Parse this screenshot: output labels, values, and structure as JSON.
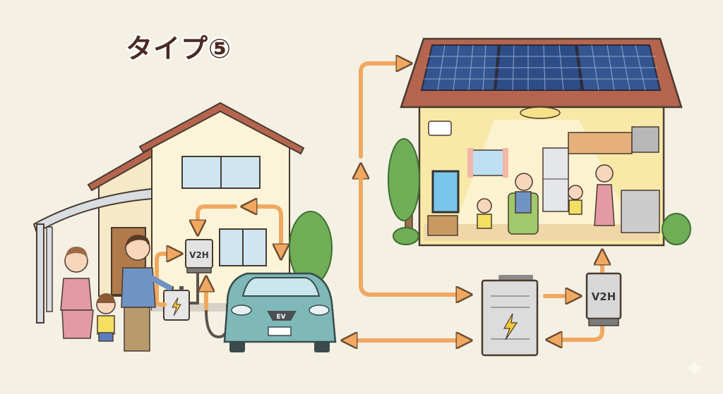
{
  "title": "タイプ⑤",
  "labels": {
    "v2h_left": "V2H",
    "v2h_right": "V2H",
    "ev_badge": "EV"
  },
  "icons": {
    "battery_left": "battery-bolt-icon",
    "battery_right": "battery-bolt-icon",
    "sparkle": "sparkle-icon"
  },
  "colors": {
    "background": "#f4f0e4",
    "arrow": "#f0a860",
    "roof": "#b5654e",
    "wall": "#fbf4d8",
    "car": "#7fb8b8",
    "solar": "#34558f",
    "title": "#4a2a22"
  }
}
